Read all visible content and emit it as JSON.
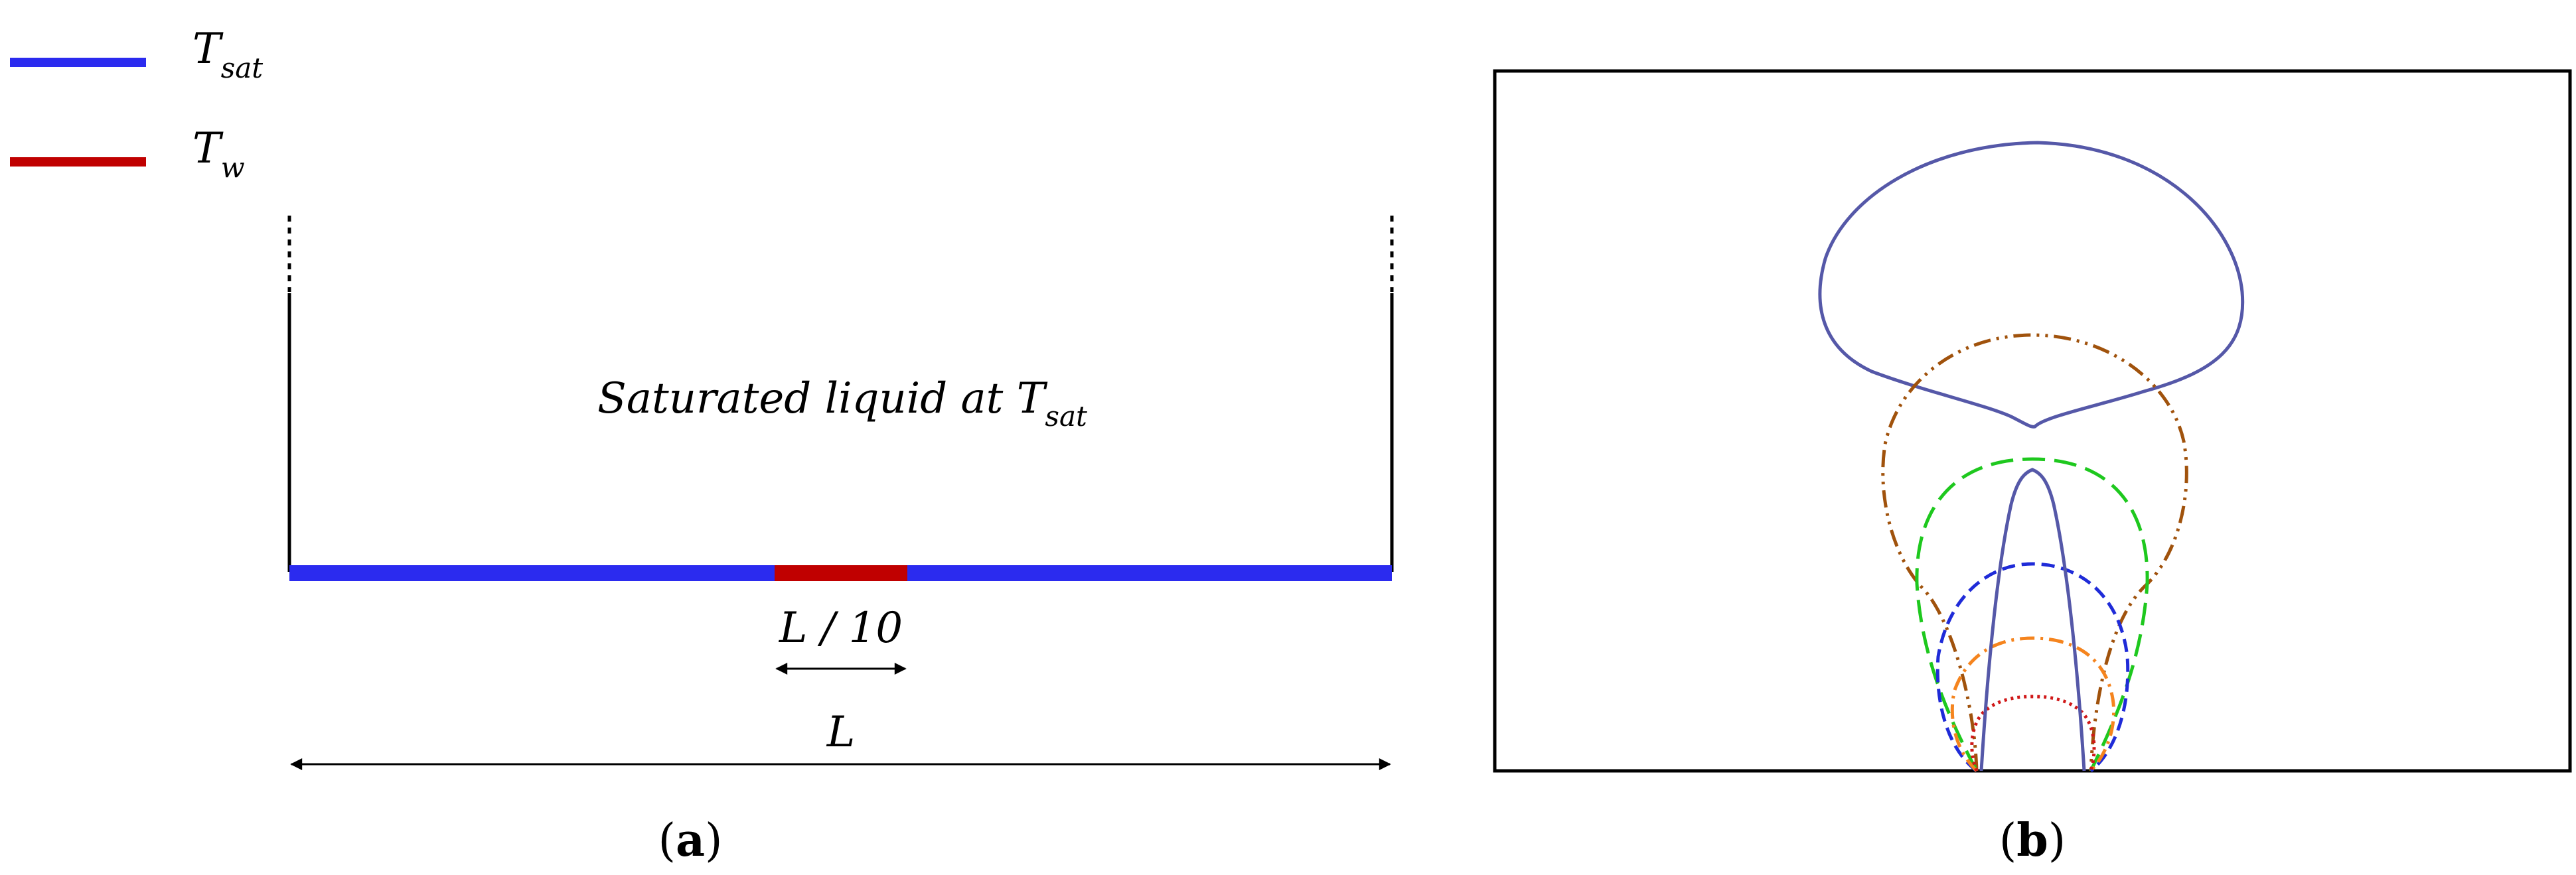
{
  "colors": {
    "sat_boundary": "#2b2bef",
    "wall_heater": "#c00000",
    "black": "#000000",
    "interface_solid": "#5558a8",
    "interface_brown": "#a0520c",
    "interface_green": "#1ec81e",
    "interface_blue": "#1f2bd8",
    "interface_orange": "#f5841e",
    "interface_red": "#d01818"
  },
  "legend": {
    "items": [
      {
        "symbol": "T",
        "subscript": "sat",
        "color_key": "sat_boundary"
      },
      {
        "symbol": "T",
        "subscript": "w",
        "color_key": "wall_heater"
      }
    ]
  },
  "panel_a": {
    "domain_text": "Saturated liquid at ",
    "domain_symbol": "T",
    "domain_subscript": "sat",
    "heater_label": "L / 10",
    "width_label": "L",
    "caption_open": "(",
    "caption_letter": "a",
    "caption_close": ")"
  },
  "panel_b": {
    "caption_open": "(",
    "caption_letter": "b",
    "caption_close": ")",
    "interfaces": [
      {
        "id": "solid-large",
        "style": "solid",
        "color_key": "interface_solid"
      },
      {
        "id": "solid-spike",
        "style": "solid",
        "color_key": "interface_solid"
      },
      {
        "id": "brown",
        "style": "dash-dot-dot",
        "color_key": "interface_brown"
      },
      {
        "id": "green",
        "style": "long-dash",
        "color_key": "interface_green"
      },
      {
        "id": "blue",
        "style": "dash",
        "color_key": "interface_blue"
      },
      {
        "id": "orange",
        "style": "dash-dot",
        "color_key": "interface_orange"
      },
      {
        "id": "red",
        "style": "dot",
        "color_key": "interface_red"
      }
    ]
  }
}
